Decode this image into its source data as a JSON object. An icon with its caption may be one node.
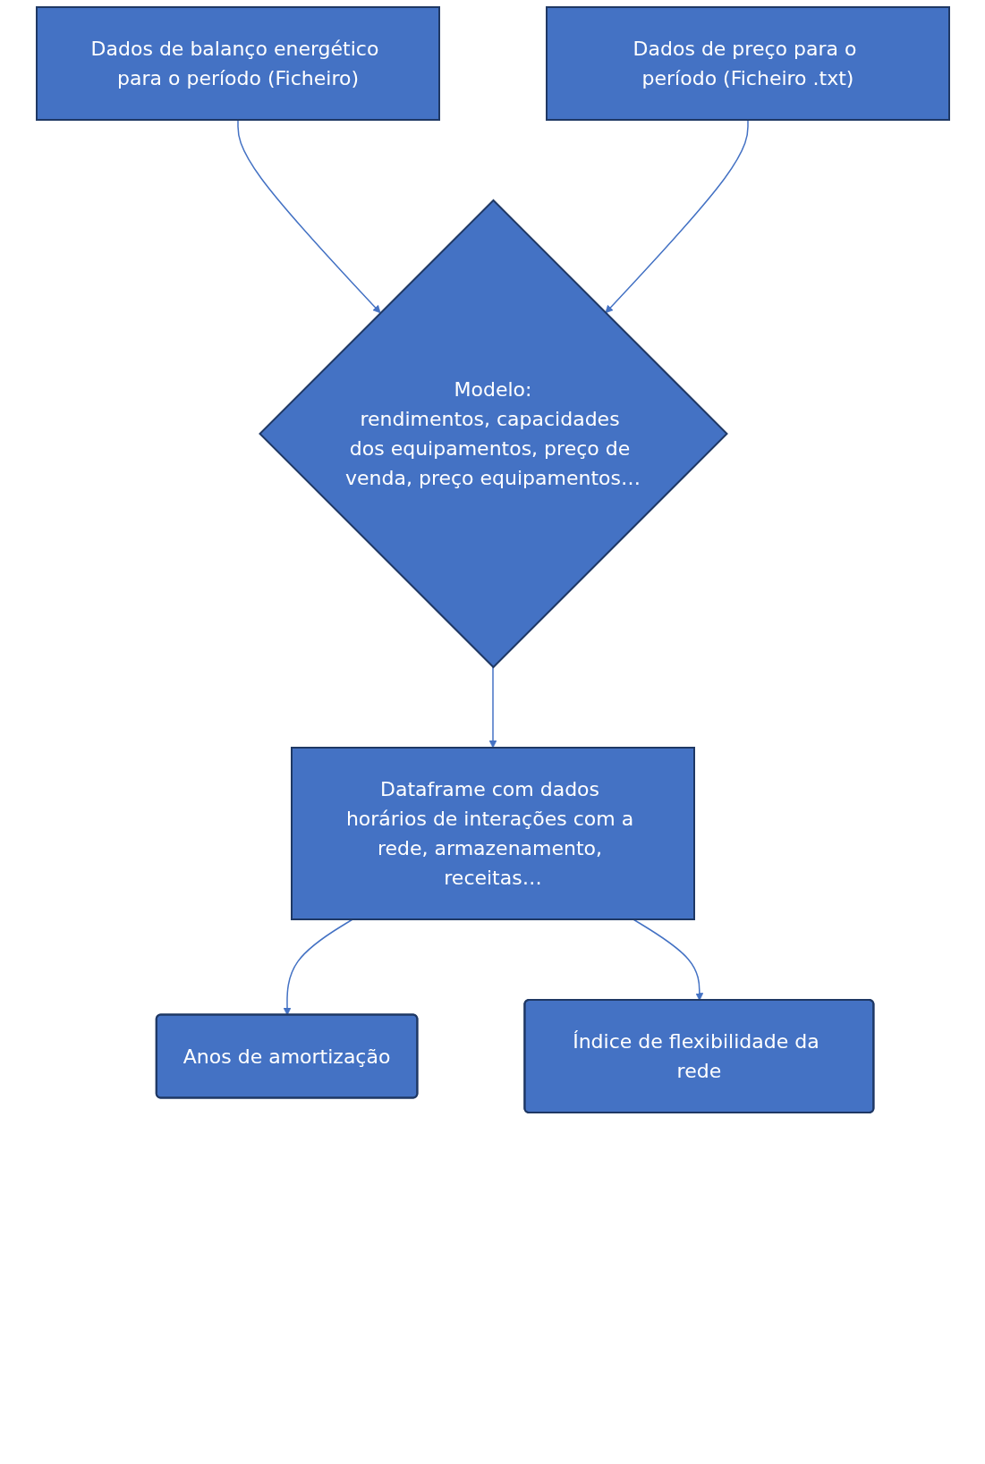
{
  "diagram": {
    "nodes": [
      {
        "text": [
          "Dados de balanço energético para o período (Ficheiro)"
        ]
      },
      {
        "text": [
          "Dados de preço para o período (Ficheiro .txt)"
        ]
      },
      {
        "text": [
          "Modelo:",
          "rendimentos, capacidades dos equipamentos, preço de venda, preço equipamentos…"
        ]
      },
      {
        "text": [
          "Dataframe com dados horários de interações com a rede, armazenamento, receitas…"
        ]
      },
      {
        "text": [
          "Anos de amortização"
        ]
      },
      {
        "text": [
          "Índice de flexibilidade da rede"
        ]
      }
    ],
    "edges": [
      {
        "from": 0,
        "to": 2,
        "arrow": "to"
      },
      {
        "from": 1,
        "to": 2,
        "arrow": "to"
      },
      {
        "from": 2,
        "to": 3,
        "arrow": "to"
      },
      {
        "from": 3,
        "to": 4,
        "arrow": "to"
      },
      {
        "from": 3,
        "to": 5,
        "arrow": "to"
      }
    ]
  }
}
